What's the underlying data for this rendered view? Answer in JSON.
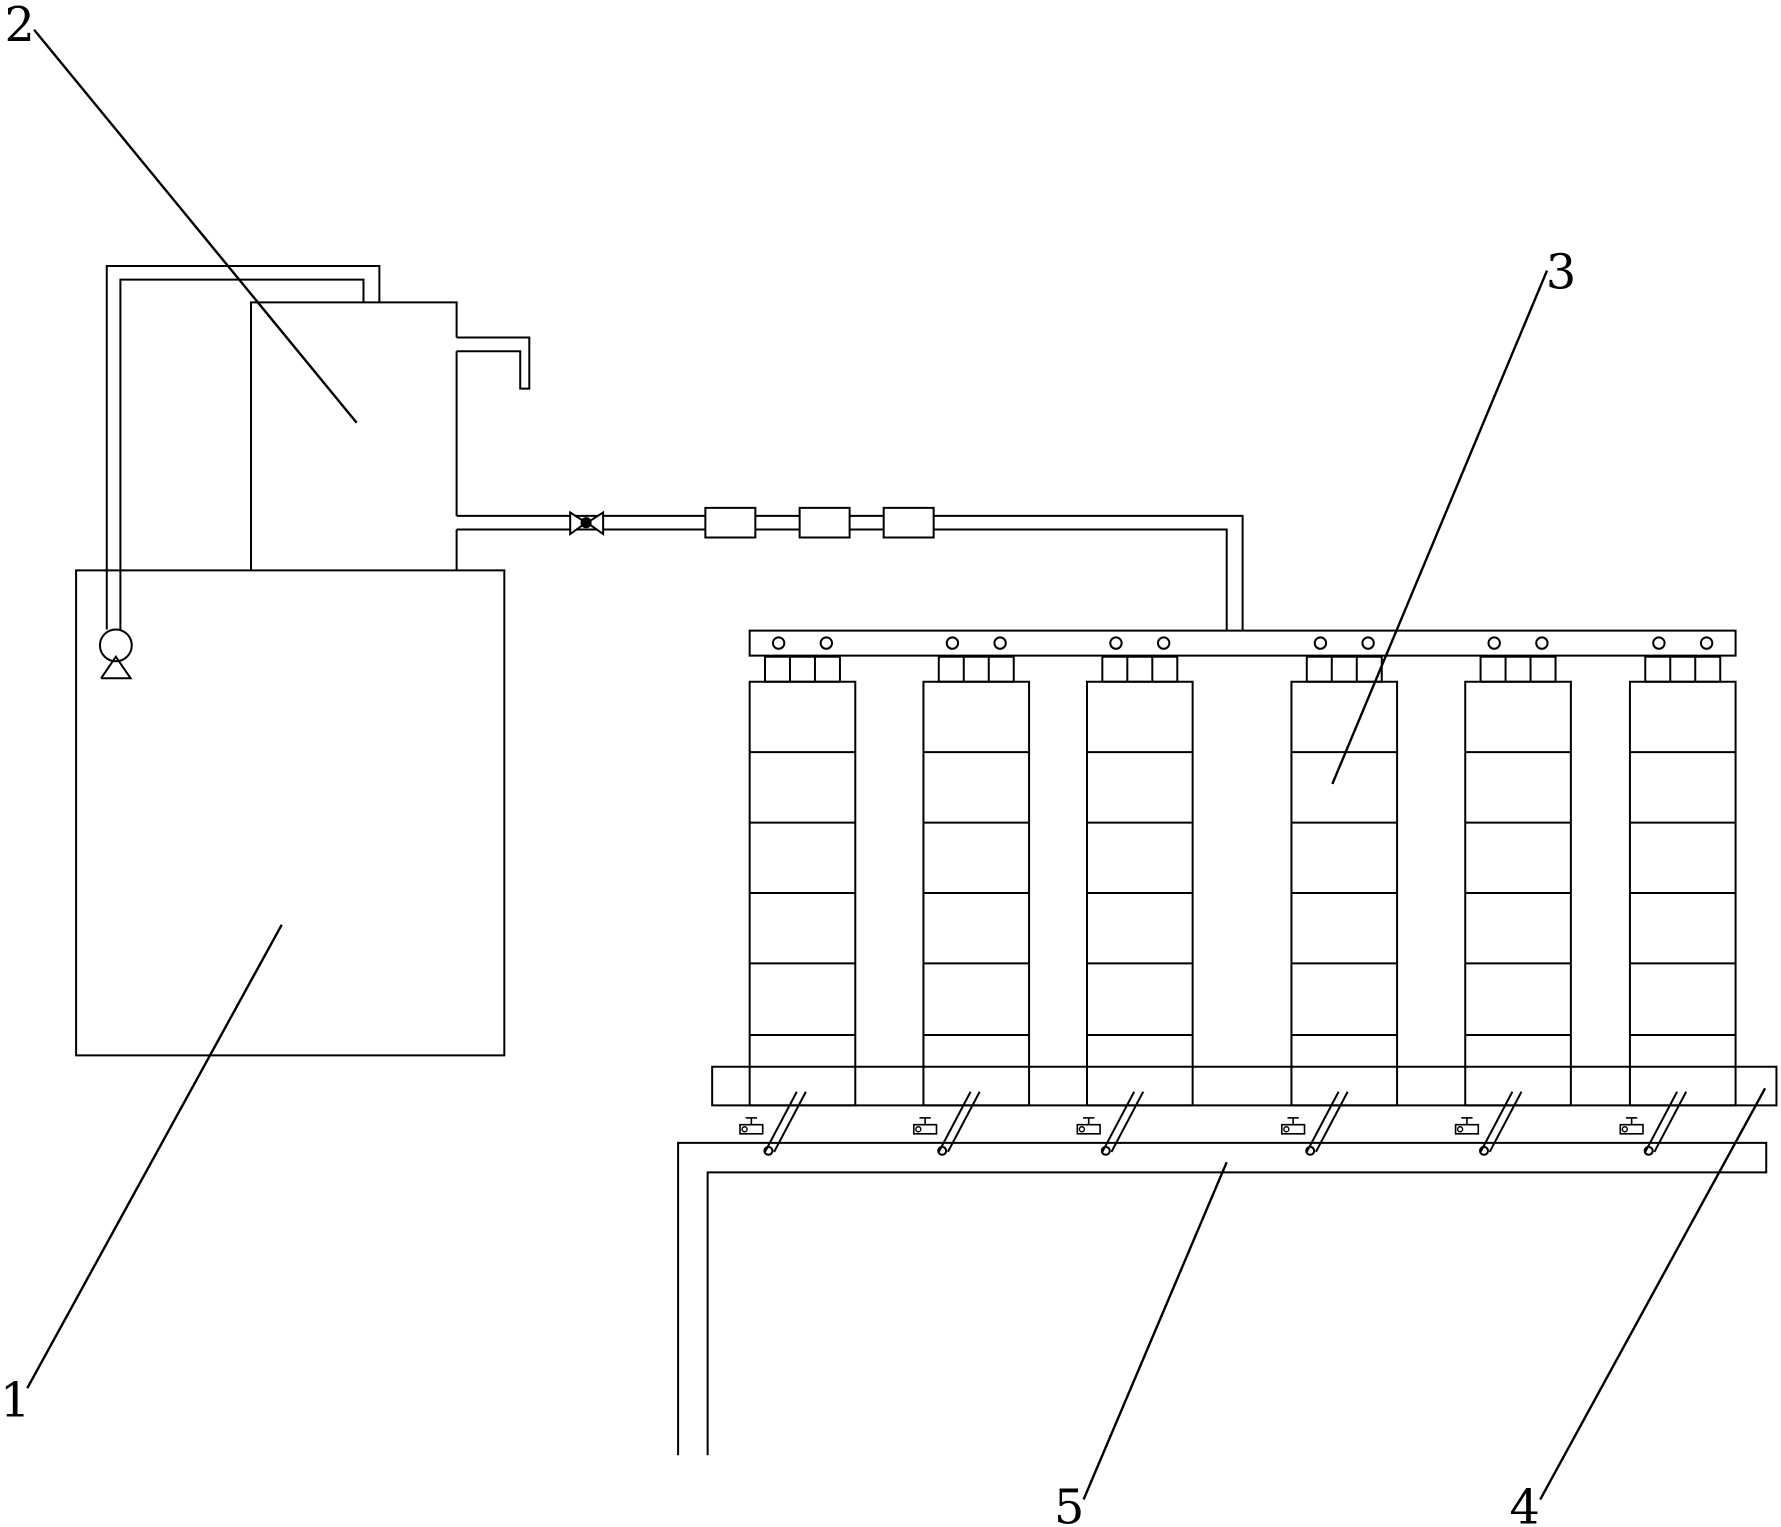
{
  "labels": {
    "label_1": "1",
    "label_2": "2",
    "label_3": "3",
    "label_4": "4",
    "label_5": "5"
  },
  "colors": {
    "stroke": "#000000",
    "background": "#ffffff"
  },
  "structure": {
    "column_count": 6,
    "segments_per_column": 6,
    "inline_fittings": 3
  }
}
